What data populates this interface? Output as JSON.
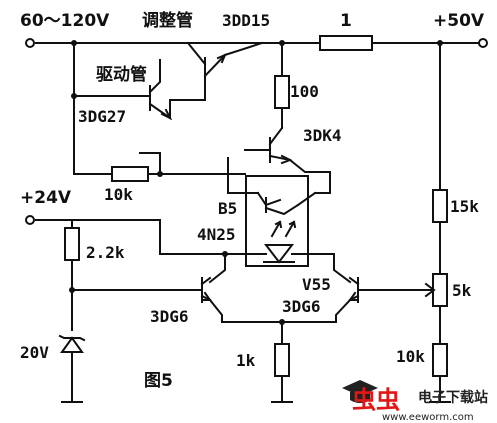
{
  "labels": {
    "input_voltage": "60～120V",
    "regulator_tube": "调整管",
    "regulator_part": "3DD15",
    "r_series": "1",
    "output_voltage": "+50V",
    "driver_tube": "驱动管",
    "driver_part": "3DG27",
    "r_100": "100",
    "q_3dk4": "3DK4",
    "r_10k_top": "10k",
    "supply_24v": "+24V",
    "opto_ref": "B5",
    "opto_part": "4N25",
    "r_2_2k": "2.2k",
    "r_15k": "15k",
    "v55": "V55",
    "q_3dg6_left": "3DG6",
    "q_3dg6_right": "3DG6",
    "pot_5k": "5k",
    "zener_20v": "20V",
    "r_1k": "1k",
    "r_10k_bottom": "10k",
    "figure_caption": "图5"
  },
  "watermark": {
    "logo_text": "虫虫",
    "site_name": "电子下载站",
    "url": "www.eeworm.com"
  },
  "colors": {
    "ink": "#111111",
    "watermark_red": "#e01818",
    "watermark_dark": "#222222"
  }
}
